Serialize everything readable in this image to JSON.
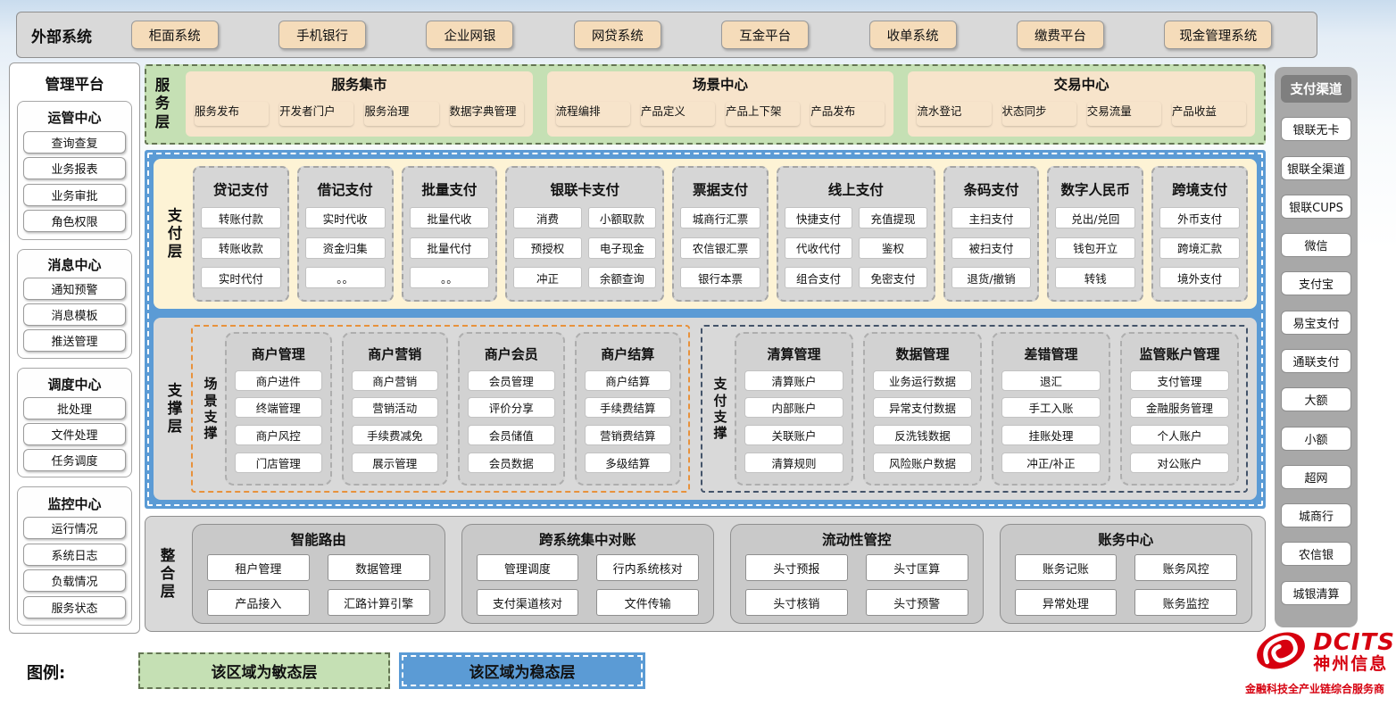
{
  "colors": {
    "stable_blue": "#5b9bd5",
    "agile_green": "#c5e0b4",
    "payment_yellow": "#fdf3d5",
    "external_tan": "#f5dcba",
    "gray_panel": "#d9d9d9",
    "scene_dashed_orange": "#e8923c",
    "pay_dashed_navy": "#44546a",
    "brand_red": "#d6000f"
  },
  "external_bar": {
    "title": "外部系统",
    "systems": [
      "柜面系统",
      "手机银行",
      "企业网银",
      "网贷系统",
      "互金平台",
      "收单系统",
      "缴费平台",
      "现金管理系统"
    ]
  },
  "management_platform": {
    "title": "管理平台",
    "sections": [
      {
        "title": "运管中心",
        "items": [
          "查询查复",
          "业务报表",
          "业务审批",
          "角色权限"
        ]
      },
      {
        "title": "消息中心",
        "items": [
          "通知预警",
          "消息模板",
          "推送管理"
        ]
      },
      {
        "title": "调度中心",
        "items": [
          "批处理",
          "文件处理",
          "任务调度"
        ]
      },
      {
        "title": "监控中心",
        "items": [
          "运行情况",
          "系统日志",
          "负载情况",
          "服务状态"
        ]
      }
    ]
  },
  "service_layer": {
    "label": "服务层",
    "groups": [
      {
        "title": "服务集市",
        "items": [
          "服务发布",
          "开发者门户",
          "服务治理",
          "数据字典管理"
        ]
      },
      {
        "title": "场景中心",
        "items": [
          "流程编排",
          "产品定义",
          "产品上下架",
          "产品发布"
        ]
      },
      {
        "title": "交易中心",
        "items": [
          "流水登记",
          "状态同步",
          "交易流量",
          "产品收益"
        ]
      }
    ]
  },
  "payment_layer": {
    "label": "支付层",
    "columns": [
      {
        "title": "贷记支付",
        "wide": false,
        "rows": [
          [
            "转账付款"
          ],
          [
            "转账收款"
          ],
          [
            "实时代付"
          ]
        ]
      },
      {
        "title": "借记支付",
        "wide": false,
        "rows": [
          [
            "实时代收"
          ],
          [
            "资金归集"
          ],
          [
            "。。"
          ]
        ]
      },
      {
        "title": "批量支付",
        "wide": false,
        "rows": [
          [
            "批量代收"
          ],
          [
            "批量代付"
          ],
          [
            "。。"
          ]
        ]
      },
      {
        "title": "银联卡支付",
        "wide": true,
        "rows": [
          [
            "消费",
            "小额取款"
          ],
          [
            "预授权",
            "电子现金"
          ],
          [
            "冲正",
            "余额查询"
          ]
        ]
      },
      {
        "title": "票据支付",
        "wide": false,
        "rows": [
          [
            "城商行汇票"
          ],
          [
            "农信银汇票"
          ],
          [
            "银行本票"
          ]
        ]
      },
      {
        "title": "线上支付",
        "wide": true,
        "rows": [
          [
            "快捷支付",
            "充值提现"
          ],
          [
            "代收代付",
            "鉴权"
          ],
          [
            "组合支付",
            "免密支付"
          ]
        ]
      },
      {
        "title": "条码支付",
        "wide": false,
        "rows": [
          [
            "主扫支付"
          ],
          [
            "被扫支付"
          ],
          [
            "退货/撤销"
          ]
        ]
      },
      {
        "title": "数字人民币",
        "wide": false,
        "rows": [
          [
            "兑出/兑回"
          ],
          [
            "钱包开立"
          ],
          [
            "转钱"
          ]
        ]
      },
      {
        "title": "跨境支付",
        "wide": false,
        "rows": [
          [
            "外币支付"
          ],
          [
            "跨境汇款"
          ],
          [
            "境外支付"
          ]
        ]
      }
    ]
  },
  "support_layer": {
    "label": "支撑层",
    "groups": [
      {
        "label": "场景支撑",
        "style": "orange",
        "columns": [
          {
            "title": "商户管理",
            "items": [
              "商户进件",
              "终端管理",
              "商户风控",
              "门店管理"
            ]
          },
          {
            "title": "商户营销",
            "items": [
              "商户营销",
              "营销活动",
              "手续费减免",
              "展示管理"
            ]
          },
          {
            "title": "商户会员",
            "items": [
              "会员管理",
              "评价分享",
              "会员储值",
              "会员数据"
            ]
          },
          {
            "title": "商户结算",
            "items": [
              "商户结算",
              "手续费结算",
              "营销费结算",
              "多级结算"
            ]
          }
        ]
      },
      {
        "label": "支付支撑",
        "style": "navy",
        "columns": [
          {
            "title": "清算管理",
            "items": [
              "清算账户",
              "内部账户",
              "关联账户",
              "清算规则"
            ]
          },
          {
            "title": "数据管理",
            "items": [
              "业务运行数据",
              "异常支付数据",
              "反洗钱数据",
              "风险账户数据"
            ]
          },
          {
            "title": "差错管理",
            "items": [
              "退汇",
              "手工入账",
              "挂账处理",
              "冲正/补正"
            ]
          },
          {
            "title": "监管账户管理",
            "items": [
              "支付管理",
              "金融服务管理",
              "个人账户",
              "对公账户"
            ]
          }
        ]
      }
    ]
  },
  "integration_layer": {
    "label": "整合层",
    "groups": [
      {
        "title": "智能路由",
        "items": [
          "租户管理",
          "数据管理",
          "产品接入",
          "汇路计算引擎"
        ]
      },
      {
        "title": "跨系统集中对账",
        "items": [
          "管理调度",
          "行内系统核对",
          "支付渠道核对",
          "文件传输"
        ]
      },
      {
        "title": "流动性管控",
        "items": [
          "头寸预报",
          "头寸匡算",
          "头寸核销",
          "头寸预警"
        ]
      },
      {
        "title": "账务中心",
        "items": [
          "账务记账",
          "账务风控",
          "异常处理",
          "账务监控"
        ]
      }
    ]
  },
  "payment_channels": {
    "title": "支付渠道",
    "items": [
      "银联无卡",
      "银联全渠道",
      "银联CUPS",
      "微信",
      "支付宝",
      "易宝支付",
      "通联支付",
      "大额",
      "小额",
      "超网",
      "城商行",
      "农信银",
      "城银清算"
    ]
  },
  "legend": {
    "label": "图例:",
    "agile": "该区域为敏态层",
    "stable": "该区域为稳态层"
  },
  "logo": {
    "name": "DCITS",
    "cn": "神州信息",
    "tagline": "金融科技全产业链综合服务商"
  }
}
